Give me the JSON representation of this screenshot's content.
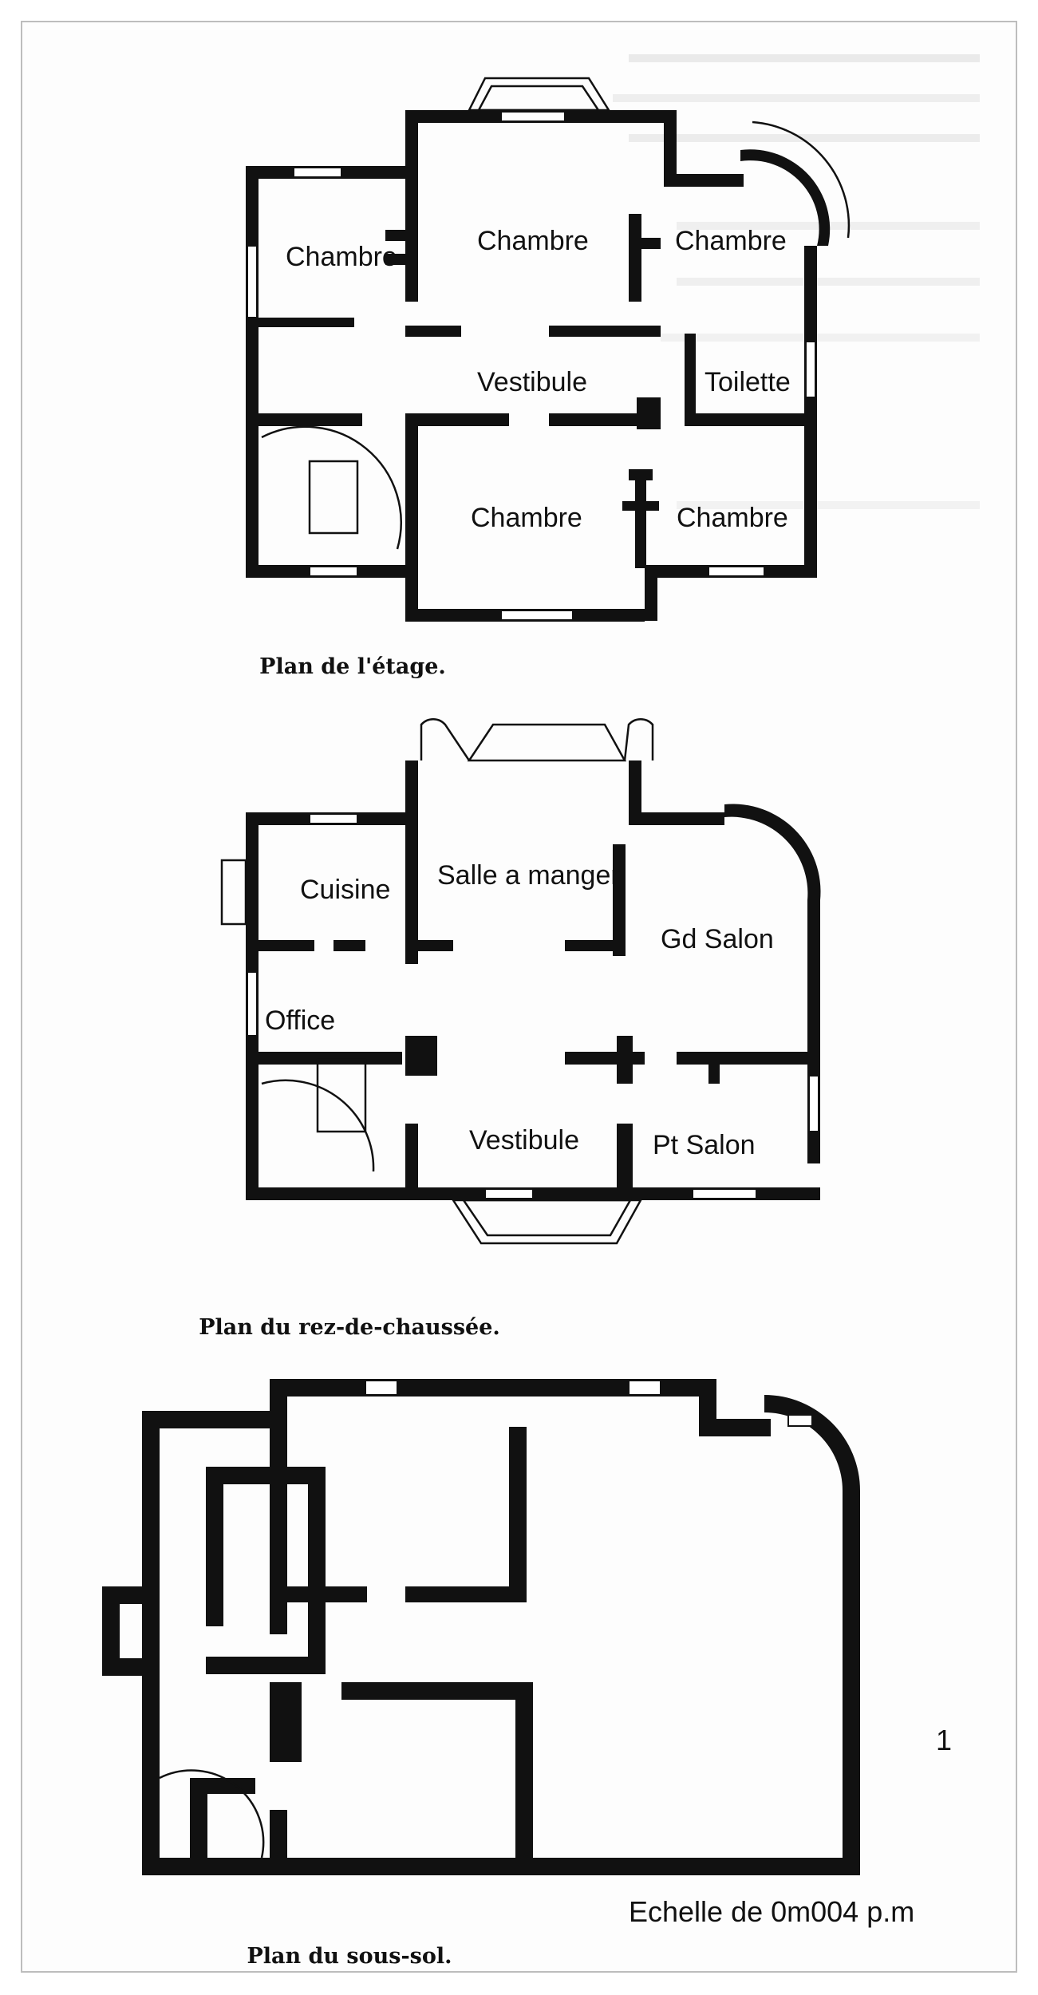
{
  "plans": {
    "upper": {
      "caption": "Plan de l'étage.",
      "rooms": [
        "Chambre",
        "Chambre",
        "Chambre",
        "Vestibule",
        "Toilette",
        "Chambre",
        "Chambre"
      ]
    },
    "ground": {
      "caption": "Plan du rez-de-chaussée.",
      "rooms": [
        "Cuisine",
        "Salle a manger",
        "Gd Salon",
        "Office",
        "Vestibule",
        "Pt Salon"
      ]
    },
    "basement": {
      "caption": "Plan du sous-sol."
    }
  },
  "scale_label": "Echelle de 0m004 p.m",
  "margin_note": "1"
}
